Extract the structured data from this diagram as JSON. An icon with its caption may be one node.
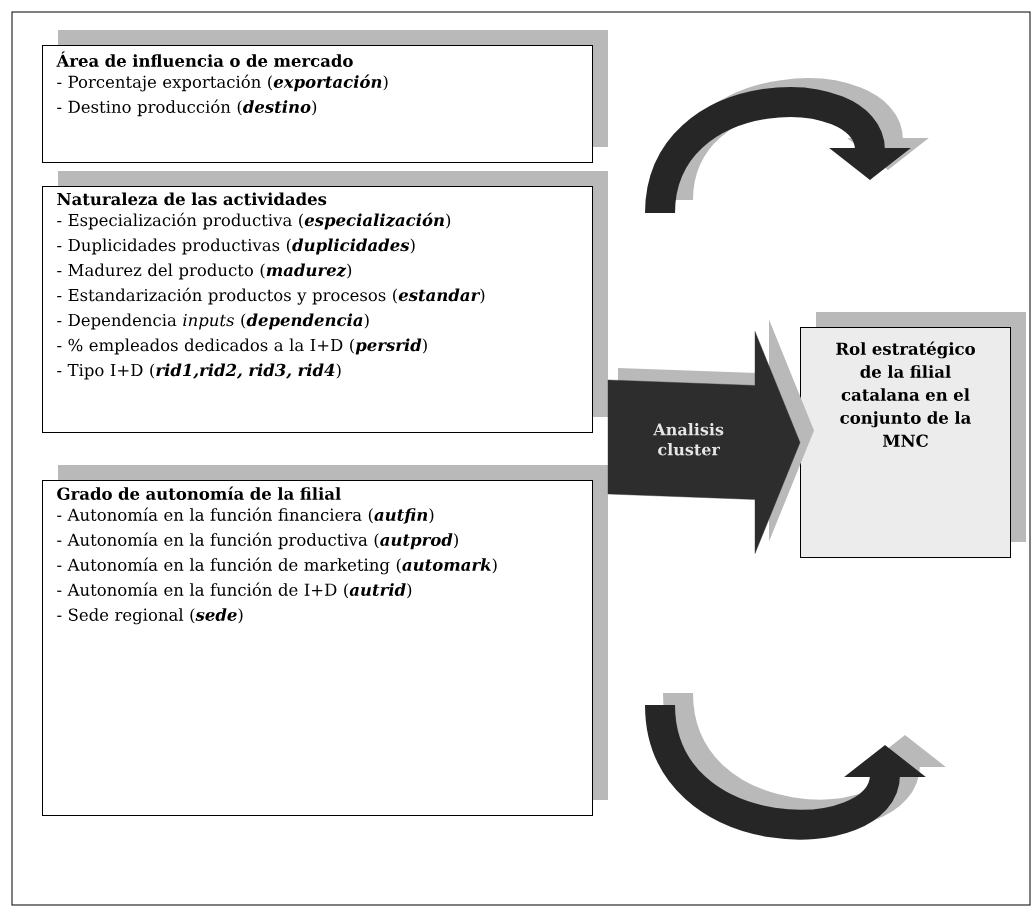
{
  "diagram": {
    "nodes": [
      {
        "text": [
          "Área de influencia o de mercado",
          "- Porcentaje exportación (**exportación**)",
          "- Destino producción (**destino**)"
        ]
      },
      {
        "text": [
          "Naturaleza de las actividades",
          "- Especialización productiva (**especialización**)",
          "- Duplicidades productivas (**duplicidades**)",
          "- Madurez del producto (**madurez**)",
          "- Estandarización productos y procesos (**estandar**)",
          "- Dependencia *inputs* (**dependencia**)",
          "- % empleados dedicados a la I+D (**persrid**)",
          "- Tipo I+D (**rid1,rid2, rid3, rid4**)"
        ]
      },
      {
        "text": [
          "Grado de autonomía de la filial",
          "- Autonomía en la función financiera (**autfin**)",
          "- Autonomía en la función productiva (**autprod**)",
          "- Autonomía en la función de marketing (**automark**)",
          "- Autonomía en la función de I+D (**autrid**)",
          "- Sede regional (**sede**)"
        ]
      },
      {
        "text": [
          "Rol estratégico de la filial catalana en el conjunto de la MNC"
        ]
      }
    ],
    "edges": [
      {
        "from": null,
        "to": 3,
        "arrow": "to",
        "label": "Analisis cluster"
      }
    ]
  }
}
